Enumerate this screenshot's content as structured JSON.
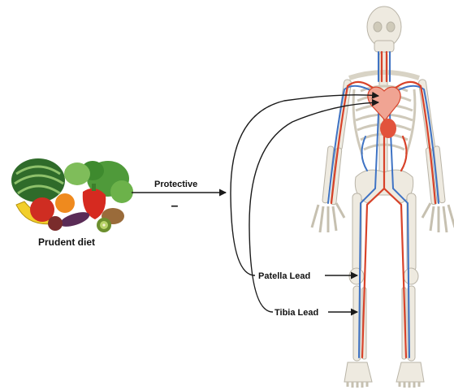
{
  "diet": {
    "label": "Prudent diet"
  },
  "effect": {
    "label": "Protective",
    "sign": "–"
  },
  "leads": [
    {
      "label": "Patella Lead"
    },
    {
      "label": "Tibia Lead"
    }
  ],
  "colors": {
    "arrow": "#1a1a1a",
    "bone": "#eeeae0",
    "bone_outline": "#b9b4a7",
    "artery": "#d8432a",
    "vein": "#3f73c4",
    "heart": "#e2533c"
  }
}
